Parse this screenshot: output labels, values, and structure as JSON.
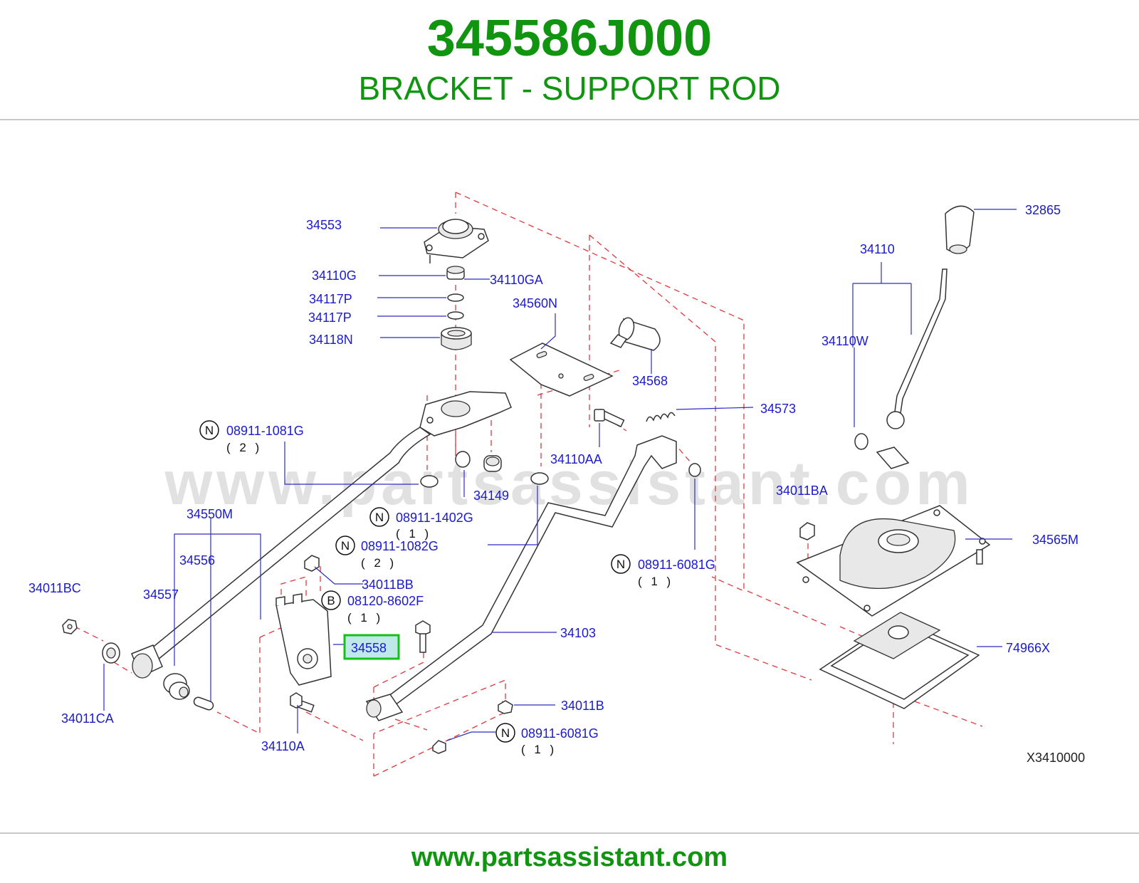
{
  "header": {
    "part_number": "345586J000",
    "part_name": "BRACKET - SUPPORT ROD"
  },
  "watermark": "www.partsassistant.com",
  "diagram_code": "X3410000",
  "highlighted_label": "34558",
  "colors": {
    "title_green": "#119511",
    "label_blue": "#1a1ad0",
    "leader_line": "#2c2cc8",
    "dashed_red": "#e0383d",
    "highlight_box": "#12c412",
    "highlight_fill": "#bfe8ea",
    "part_outline": "#333333"
  },
  "labels": {
    "l34553": "34553",
    "l34110G": "34110G",
    "l34110GA": "34110GA",
    "l34117P_a": "34117P",
    "l34117P_b": "34117P",
    "l34118N": "34118N",
    "l34560N": "34560N",
    "l34568": "34568",
    "l34573": "34573",
    "l34110AA": "34110AA",
    "l34149": "34149",
    "l08911_1081G": "08911-1081G",
    "q08911_1081G": "( 2 )",
    "l08911_1402G": "08911-1402G",
    "q08911_1402G": "( 1 )",
    "l08911_1082G": "08911-1082G",
    "q08911_1082G": "( 2 )",
    "l34550M": "34550M",
    "l34556": "34556",
    "l34557": "34557",
    "l34011BC": "34011BC",
    "l34011CA": "34011CA",
    "l34011BB": "34011BB",
    "l08120_8602F": "08120-8602F",
    "q08120_8602F": "( 1 )",
    "l34103": "34103",
    "l34110A": "34110A",
    "l34011B": "34011B",
    "l08911_6081G_a": "08911-6081G",
    "q08911_6081G_a": "( 1 )",
    "l08911_6081G_b": "08911-6081G",
    "q08911_6081G_b": "( 1 )",
    "l34011BA": "34011BA",
    "l34565M": "34565M",
    "l74966X": "74966X",
    "l32865": "32865",
    "l34110": "34110",
    "l34110W": "34110W"
  },
  "badges": {
    "n": "N",
    "b": "B"
  },
  "footer": {
    "url": "www.partsassistant.com"
  }
}
